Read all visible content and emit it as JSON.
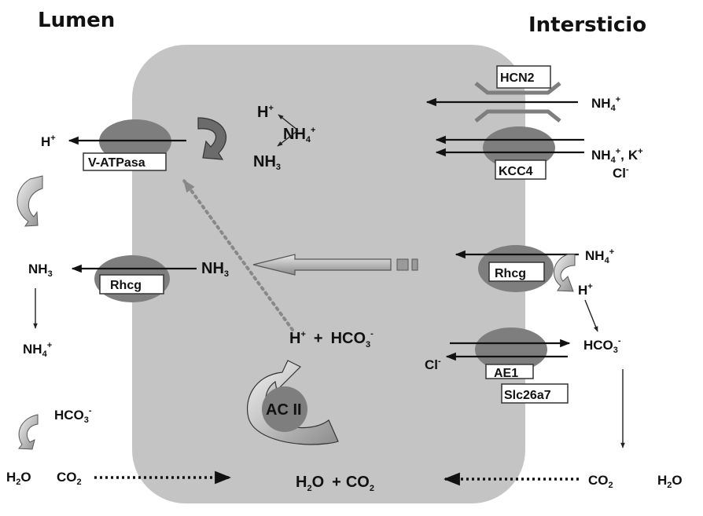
{
  "regions": {
    "left_title": "Lumen",
    "right_title": "Intersticio"
  },
  "transporters": {
    "v_atpase": "V-ATPasa",
    "rhcg_apical": "Rhcg",
    "hcn2": "HCN2",
    "kcc4": "KCC4",
    "rhcg_basolateral": "Rhcg",
    "ae1": "AE1",
    "slc26a7": "Slc26a7",
    "enzyme": "AC II"
  },
  "species": {
    "H": "H",
    "NH3": "NH",
    "NH4": "NH",
    "HCO3": "HCO",
    "CO2": "CO",
    "H2O": "H",
    "Cl": "Cl",
    "K": "K",
    "plus_sign": "+",
    "minus_sign": "-",
    "sub2": "2",
    "sub3": "3",
    "sub4": "4",
    "O": "O",
    "comma": ",",
    "plus_between": "+"
  },
  "colors": {
    "cell": "#c4c4c4",
    "protein": "#7e7e7e",
    "arrow": "#111111",
    "background": "#ffffff"
  }
}
